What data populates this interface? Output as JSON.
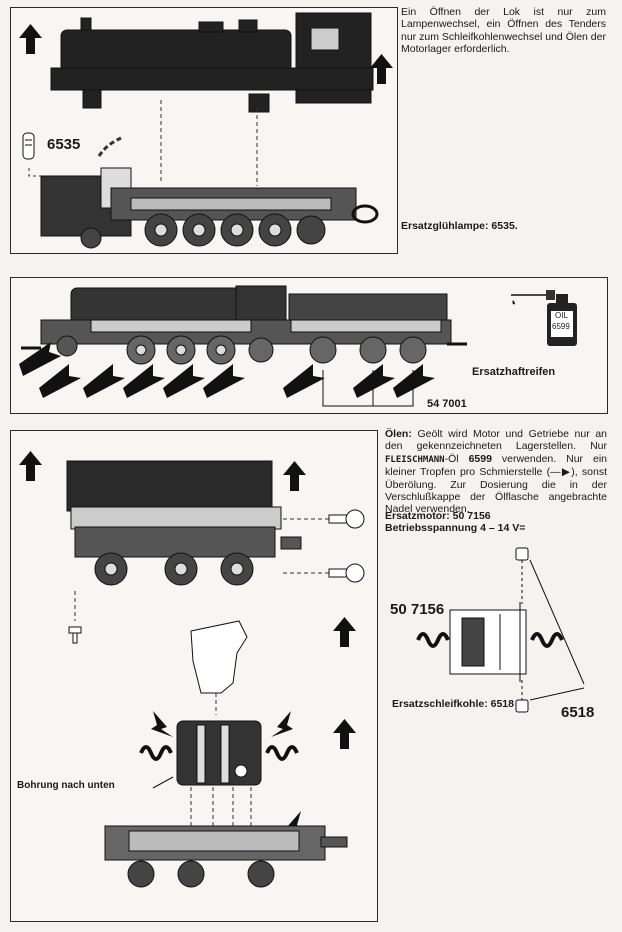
{
  "section1": {
    "intro_text": "Ein Öffnen der Lok ist nur zum Lampenwechsel, ein Öffnen des Tenders nur zum Schleifkohlenwechsel und Ölen der Motorlager erforderlich.",
    "lamp_part_number": "6535",
    "spare_lamp_label": "Ersatzglühlampe: 6535."
  },
  "section2": {
    "oil_bottle_text_1": "OIL",
    "oil_bottle_text_2": "6599",
    "spare_tire_label": "Ersatzhaftreifen",
    "tire_part_number": "54 7001"
  },
  "section3": {
    "oil_heading": "Ölen:",
    "oil_text_1": "Geölt wird Motor und Getriebe nur an den gekennzeichneten Lagerstellen. Nur",
    "oil_brand": "FLEISCHMANN",
    "oil_text_2": "-Öl",
    "oil_number": "6599",
    "oil_text_3": "verwenden. Nur ein kleiner Tropfen pro Schmierstelle (—▶), sonst Überölung. Zur Dosierung die in der Verschlußkappe der Ölflasche angebrachte Nadel verwenden.",
    "spare_motor_label": "Ersatzmotor: 50 7156",
    "voltage_label": "Betriebsspannung 4 – 14 V=",
    "motor_part_number": "50 7156",
    "brush_label": "Ersatzschleifkohle: 6518",
    "brush_part_number": "6518",
    "bore_label": "Bohrung nach unten"
  }
}
